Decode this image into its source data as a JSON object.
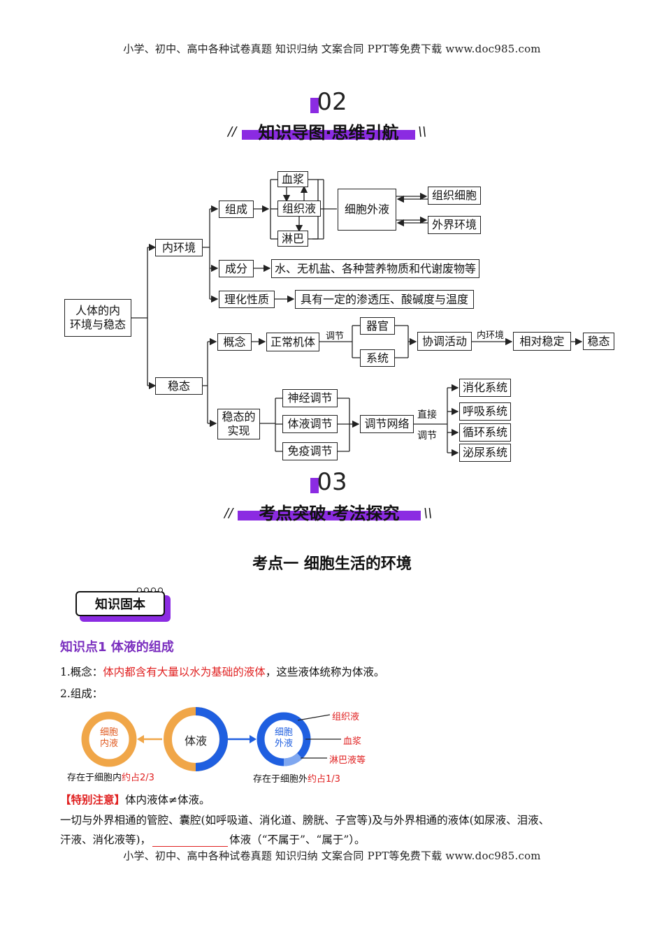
{
  "header": {
    "text": "小学、初中、高中各种试卷真题  知识归纳  文案合同  PPT等免费下载      www.doc985.com"
  },
  "footer": {
    "text": "小学、初中、高中各种试卷真题  知识归纳  文案合同  PPT等免费下载      www.doc985.com"
  },
  "section2": {
    "number": "02",
    "title": "知识导图·思维引航"
  },
  "section3": {
    "number": "03",
    "title": "考点突破·考法探究"
  },
  "mindmap": {
    "root": "人体的内\n环境与稳态",
    "inner_env": "内环境",
    "composition": "组成",
    "plasma": "血浆",
    "tissue_fluid": "组织液",
    "lymph": "淋巴",
    "extracellular": "细胞外液",
    "tissue_cell": "组织细胞",
    "outer_env": "外界环境",
    "components": "成分",
    "components_detail": "水、无机盐、各种营养物质和代谢废物等",
    "physchem": "理化性质",
    "physchem_detail": "具有一定的渗透压、酸碱度与温度",
    "homeostasis": "稳态",
    "concept": "概念",
    "normal_body": "正常机体",
    "regulate": "调节",
    "organ": "器官",
    "system": "系统",
    "coord": "协调活动",
    "inner_env_small": "内环境",
    "relative_stable": "相对稳定",
    "steady": "稳态",
    "realization": "稳态的\n实现",
    "neural": "神经调节",
    "humoral": "体液调节",
    "immune": "免疫调节",
    "network": "调节网络",
    "direct": "直接",
    "regulate2": "调节",
    "digestive": "消化系统",
    "respiratory": "呼吸系统",
    "circulatory": "循环系统",
    "urinary": "泌尿系统"
  },
  "topic": {
    "title": "考点一  细胞生活的环境"
  },
  "badge": {
    "text": "知识固本"
  },
  "kp1": {
    "title": "知识点1  体液的组成"
  },
  "line1": {
    "prefix": "1.概念：",
    "red": "体内都含有大量以水为基础的液体",
    "suffix": "，这些液体统称为体液。"
  },
  "line2": {
    "text": "2.组成："
  },
  "figure": {
    "left_circle": "细胞\n内液",
    "mid_circle": "体液",
    "right_circle": "细胞\n外液",
    "label_tissue": "组织液",
    "label_plasma": "血浆",
    "label_lymph": "淋巴液等",
    "caption_left_prefix": "存在于细胞内",
    "caption_left_red": "约占2/3",
    "caption_right_prefix": "存在于细胞外",
    "caption_right_red": "约占1/3",
    "colors": {
      "orange": "#f0a648",
      "blue": "#1f5fe0",
      "red": "#e02020"
    }
  },
  "note": {
    "tag": "【特别注意】",
    "tag_text": "体内液体≠体液。",
    "line1": "一切与外界相通的管腔、囊腔(如呼吸道、消化道、膀胱、子宫等)及与外界相通的液体(如尿液、泪液、",
    "line2_a": "汗液、消化液等)，",
    "line2_b": "体液（“不属于”、“属于”）。"
  }
}
